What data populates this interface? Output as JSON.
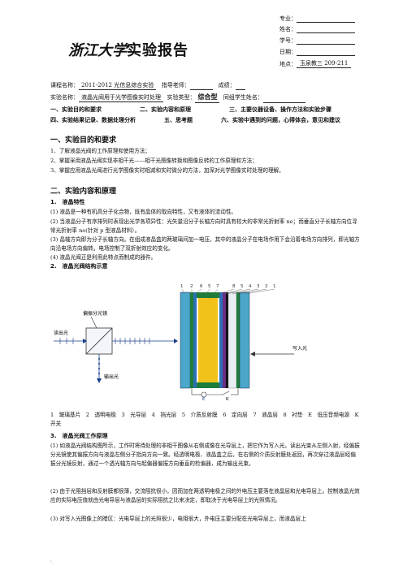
{
  "meta": {
    "major_label": "专业：",
    "name_label": "姓名：",
    "id_label": "学号：",
    "date_label": "日期：",
    "location_label": "地点：",
    "location_value": "玉泉教三 209-211"
  },
  "logo": {
    "school": "浙江大学",
    "report": "实验报告"
  },
  "course": {
    "course_label": "课程名称：",
    "course_value": "2011-2012 光信息综合实验",
    "teacher_label": "指导老师：",
    "score_label": "成绩：",
    "exp_label": "实验名称：",
    "exp_value": "液晶光阀用于光学图像实时处理",
    "type_label": "实验类型：",
    "type_value": "综合型",
    "partner_label": "同组学生姓名："
  },
  "toc": [
    [
      "一、实验目的和要求",
      "二、实验内容和原理",
      "三、主要仪器设备、操作方法和实验步骤"
    ],
    [
      "四、实验结果记录、数据处理分析",
      "五、思考题",
      "六、实验中遇到的问题，心得体会，意见和建议"
    ]
  ],
  "sec1": {
    "title": "一、实验目的和要求",
    "items": [
      "1、了解液晶光阀的工作原理和使用方法；",
      "2、掌握采用液晶光阀实现非相干光——相干光图像转换和图像反转的工作原理和方法；",
      "3、掌握应用液晶光阀进行光学图像实时相减和实时微分的方法，加深对光学图像实时处理的理解。"
    ]
  },
  "sec2": {
    "title": "二、实验内容和原理",
    "sub1": "1.　液晶特性",
    "p1": [
      "(1) 液晶是一种有机高分子化合物，既有晶体的取向特性，又有液体的流动性。",
      "(2) 当液晶分子有序排列时表现出光学各项异性：光矢量沿分子长轴方向时具有较大的非常光折射率 ne；而垂直分子长轴方向位寻常光折射率 no(针对 p 型液晶材料）。",
      "(3) 晶轴方向即为分子长轴方向。在组成液晶盒的两玻璃间加一电压，其中的液晶分子在电场作用下会沿着电场方向排列，即光轴方向沿电场方向偏转。电场控制了双折射效应的变化。",
      "(4) 液晶光阀正是利用此特点而制成的器件。"
    ],
    "sub2": "2.　液晶光阀结构示意",
    "diagram": {
      "pbs_label": "偏振分光镜",
      "read_label": "读出光",
      "out_label": "输出光",
      "write_label": "写入光",
      "top_numbers": [
        "1",
        "2",
        "6",
        "5",
        "7",
        "8",
        "5",
        "4",
        "3",
        "2",
        "1"
      ],
      "e_label": "E",
      "k_label": "K"
    },
    "legend": "1　玻璃基片　2　透明电极　3　光导层　4　挡光层　5　介质反射膜　6　定向层　7　液晶层　8　衬垫　E　低压音频电源　K　开关",
    "sub3": "3.　液晶光阀工作原理",
    "p3": [
      "(1) 如液晶光阀结构图所示，工作时将待处理的非相干图像从右侧成像在光导层上，把它作为写入光。读出光束从左侧入射，经偏振分光镜使其偏振方向与液晶左侧分子指向方向一致。经透明电极、液晶盒之后，在右侧的介质反射膜处返回，再次穿过液晶层经偏振分光镜反射，通过一个透光轴方向与起偏器偏振方向垂直的检偏器，成为输出光束。",
      "(2) 由于光阻挡层和反射膜都很薄，交流阻抗很小，因而加在两透明电极之间的外电压主要落在液晶层和光电导层上。控制液晶光效应的实际电压值就由光电导层与液晶层的实际阻抗之比来决定，即取决于光电导层上的光照情况。",
      "(3) 对写入光图像上的暗区：光电导层上的光照很少，电阻很大，外电压主要分配在光电导层上，而液晶层上"
    ]
  },
  "footer": "'."
}
